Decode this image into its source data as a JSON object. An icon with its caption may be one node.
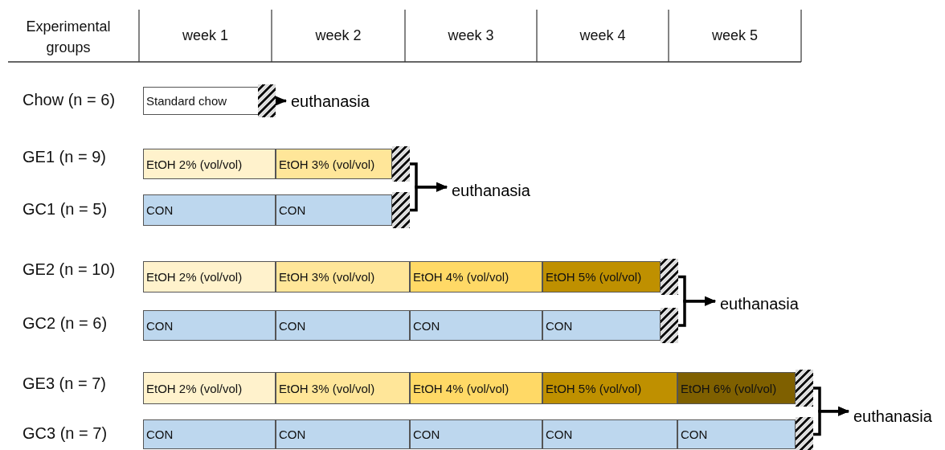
{
  "diagram": {
    "nodes": [
      {
        "text": [
          "Standard chow"
        ]
      },
      {
        "text": [],
        "shape": "box"
      },
      {
        "text": [
          "euthanasia"
        ]
      },
      {
        "text": [
          "EtOH 2% (vol/vol)"
        ]
      },
      {
        "text": [
          "EtOH 3% (vol/vol)"
        ]
      },
      {
        "text": [],
        "shape": "box"
      },
      {
        "text": [
          "euthanasia"
        ]
      },
      {
        "text": [
          "CON"
        ]
      },
      {
        "text": [
          "CON"
        ]
      },
      {
        "text": [],
        "shape": "box"
      },
      {
        "text": [
          "EtOH 2% (vol/vol)"
        ]
      },
      {
        "text": [
          "EtOH 3% (vol/vol)"
        ]
      },
      {
        "text": [
          "EtOH 4% (vol/vol)"
        ]
      },
      {
        "text": [
          "EtOH 5% (vol/vol)"
        ]
      },
      {
        "text": [],
        "shape": "box"
      },
      {
        "text": [
          "euthanasia"
        ]
      },
      {
        "text": [
          "CON"
        ]
      },
      {
        "text": [
          "CON"
        ]
      },
      {
        "text": [
          "CON"
        ]
      },
      {
        "text": [
          "CON"
        ]
      },
      {
        "text": [],
        "shape": "box"
      },
      {
        "text": [
          "EtOH 2% (vol/vol)"
        ]
      },
      {
        "text": [
          "EtOH 3% (vol/vol)"
        ]
      },
      {
        "text": [
          "EtOH 4% (vol/vol)"
        ]
      },
      {
        "text": [
          "EtOH 5% (vol/vol)"
        ]
      },
      {
        "text": [
          "EtOH 6% (vol/vol)"
        ]
      },
      {
        "text": [],
        "shape": "box"
      },
      {
        "text": [
          "euthanasia"
        ]
      },
      {
        "text": [
          "CON"
        ]
      },
      {
        "text": [
          "CON"
        ]
      },
      {
        "text": [
          "CON"
        ]
      },
      {
        "text": [
          "CON"
        ]
      },
      {
        "text": [
          "CON"
        ]
      },
      {
        "text": [],
        "shape": "box"
      }
    ],
    "edges": [
      {
        "from": 1,
        "to": 2,
        "arrow": "to"
      },
      {
        "from": 5,
        "to": 6,
        "arrow": "to"
      },
      {
        "from": 9,
        "to": 6,
        "arrow": "to"
      },
      {
        "from": 14,
        "to": 15,
        "arrow": "to"
      },
      {
        "from": 20,
        "to": 15,
        "arrow": "to"
      },
      {
        "from": 26,
        "to": 27,
        "arrow": "to"
      },
      {
        "from": 33,
        "to": 27,
        "arrow": "to"
      }
    ],
    "labels": [
      "Experimental groups",
      "week 1",
      "week 2",
      "week 3",
      "week 4",
      "week 5",
      "Chow (n = 6)",
      "GE1 (n = 9)",
      "GC1 (n = 5)",
      "GE2 (n = 10)",
      "GC2 (n = 6)",
      "GE3 (n = 7)",
      "GC3 (n = 7)"
    ]
  }
}
